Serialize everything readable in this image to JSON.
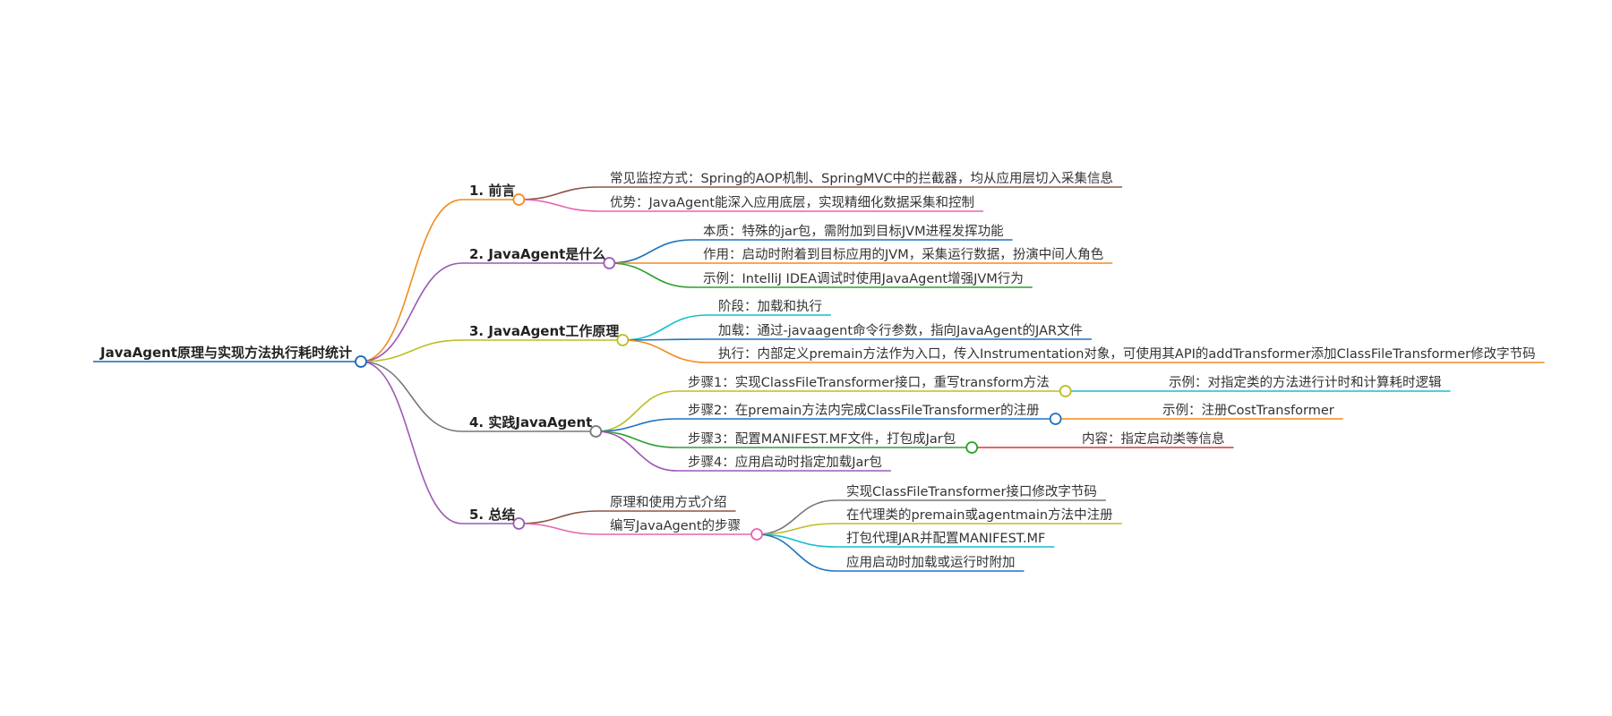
{
  "root": {
    "label": "JavaAgent原理与实现方法执行耗时统计",
    "color": "#1565c0"
  },
  "branches": [
    {
      "label": "1. 前言",
      "color": "#f28b1e",
      "children": [
        {
          "label": "常见监控方式：Spring的AOP机制、SpringMVC中的拦截器，均从应用层切入采集信息",
          "color": "#8d5543"
        },
        {
          "label": "优势：JavaAgent能深入应用底层，实现精细化数据采集和控制",
          "color": "#e864b2"
        }
      ]
    },
    {
      "label": "2. JavaAgent是什么",
      "color": "#9b59b6",
      "children": [
        {
          "label": "本质：特殊的jar包，需附加到目标JVM进程发挥功能",
          "color": "#1e73be"
        },
        {
          "label": "作用：启动时附着到目标应用的JVM，采集运行数据，扮演中间人角色",
          "color": "#f28b1e"
        },
        {
          "label": "示例：IntelliJ IDEA调试时使用JavaAgent增强JVM行为",
          "color": "#2ca02c"
        }
      ]
    },
    {
      "label": "3. JavaAgent工作原理",
      "color": "#bcbd22",
      "children": [
        {
          "label": "阶段：加载和执行",
          "color": "#17becf"
        },
        {
          "label": "加载：通过-javaagent命令行参数，指向JavaAgent的JAR文件",
          "color": "#1e73be"
        },
        {
          "label": "执行：内部定义premain方法作为入口，传入Instrumentation对象，可使用其API的addTransformer添加ClassFileTransformer修改字节码",
          "color": "#f28b1e"
        }
      ]
    },
    {
      "label": "4. 实践JavaAgent",
      "color": "#777777",
      "children": [
        {
          "label": "步骤1：实现ClassFileTransformer接口，重写transform方法",
          "color": "#bcbd22",
          "children": [
            {
              "label": "示例：对指定类的方法进行计时和计算耗时逻辑",
              "color": "#17becf"
            }
          ]
        },
        {
          "label": "步骤2：在premain方法内完成ClassFileTransformer的注册",
          "color": "#1e73be",
          "children": [
            {
              "label": "示例：注册CostTransformer",
              "color": "#f28b1e"
            }
          ]
        },
        {
          "label": "步骤3：配置MANIFEST.MF文件，打包成Jar包",
          "color": "#2ca02c",
          "children": [
            {
              "label": "内容：指定启动类等信息",
              "color": "#e5322d"
            }
          ]
        },
        {
          "label": "步骤4：应用启动时指定加载Jar包",
          "color": "#9b59b6"
        }
      ]
    },
    {
      "label": "5. 总结",
      "color": "#9b59b6",
      "children": [
        {
          "label": "原理和使用方式介绍",
          "color": "#8d5543"
        },
        {
          "label": "编写JavaAgent的步骤",
          "color": "#e864b2",
          "children": [
            {
              "label": "实现ClassFileTransformer接口修改字节码",
              "color": "#777777"
            },
            {
              "label": "在代理类的premain或agentmain方法中注册",
              "color": "#bcbd22"
            },
            {
              "label": "打包代理JAR并配置MANIFEST.MF",
              "color": "#17becf"
            },
            {
              "label": "应用启动时加载或运行时附加",
              "color": "#1e73be"
            }
          ]
        }
      ]
    }
  ]
}
